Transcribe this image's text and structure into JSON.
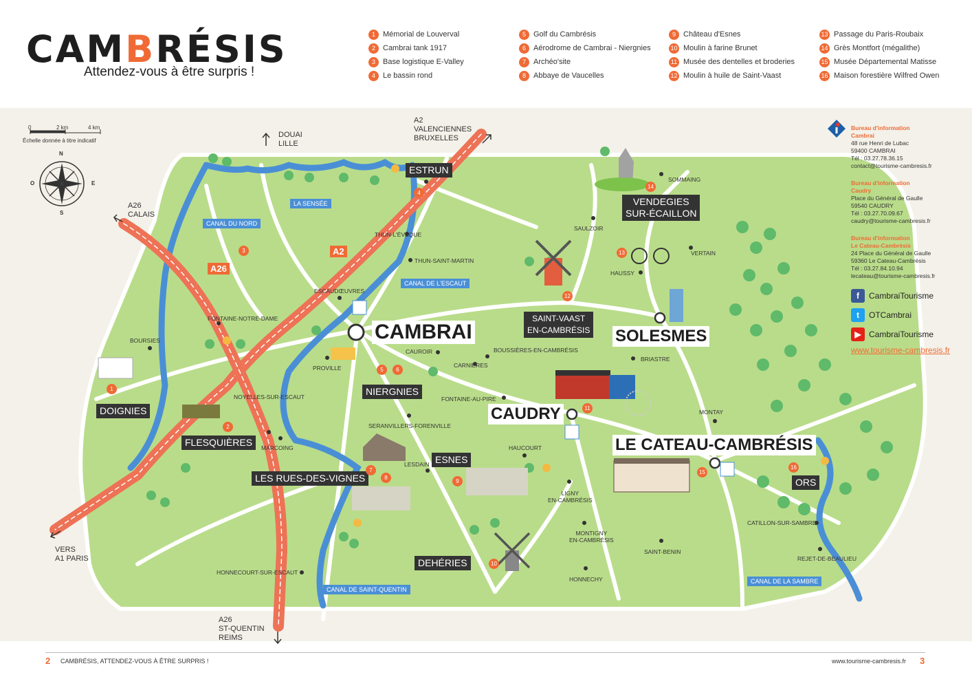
{
  "header": {
    "logo_a": "CAM",
    "logo_b": "B",
    "logo_c": "RÉSIS",
    "tagline": "Attendez-vous à être surpris !"
  },
  "legend": [
    {
      "n": "1",
      "t": "Mémorial de Louverval"
    },
    {
      "n": "2",
      "t": "Cambrai tank 1917"
    },
    {
      "n": "3",
      "t": "Base logistique E-Valley"
    },
    {
      "n": "4",
      "t": "Le bassin rond"
    },
    {
      "n": "5",
      "t": "Golf du Cambrésis"
    },
    {
      "n": "6",
      "t": "Aérodrome de Cambrai - Niergnies"
    },
    {
      "n": "7",
      "t": "Archéo'site"
    },
    {
      "n": "8",
      "t": "Abbaye de Vaucelles"
    },
    {
      "n": "9",
      "t": "Château d'Esnes"
    },
    {
      "n": "10",
      "t": "Moulin à farine Brunet"
    },
    {
      "n": "11",
      "t": "Musée des dentelles et broderies"
    },
    {
      "n": "12",
      "t": "Moulin à huile de Saint-Vaast"
    },
    {
      "n": "13",
      "t": "Passage du Paris-Roubaix"
    },
    {
      "n": "14",
      "t": "Grès Montfort (mégalithe)"
    },
    {
      "n": "15",
      "t": "Musée Départemental Matisse"
    },
    {
      "n": "16",
      "t": "Maison forestière Wilfred Owen"
    }
  ],
  "scale": {
    "s0": "0",
    "s2": "2 km",
    "s4": "4 km",
    "note": "Échelle donnée à titre indicatif"
  },
  "compass": {
    "n": "N",
    "s": "S",
    "e": "E",
    "o": "O"
  },
  "directions": {
    "douai": "DOUAI",
    "lille": "LILLE",
    "a2": "A2",
    "valenciennes": "VALENCIENNES",
    "bruxelles": "BRUXELLES",
    "a26a": "A26",
    "calais": "CALAIS",
    "vers": "VERS",
    "a1paris": "A1 PARIS",
    "a26b": "A26",
    "stquentin": "ST-QUENTIN",
    "reims": "REIMS"
  },
  "road_tags": {
    "a2": "A2",
    "a26": "A26"
  },
  "towns_big": {
    "cambrai": "CAMBRAI",
    "solesmes": "SOLESMES",
    "caudry": "CAUDRY",
    "cateau": "LE CATEAU-CAMBRÉSIS"
  },
  "towns": {
    "estrun": "ESTRUN",
    "vendegies1": "VENDEGIES",
    "vendegies2": "SUR-ÉCAILLON",
    "stvaast1": "SAINT-VAAST",
    "stvaast2": "EN-CAMBRÉSIS",
    "niergnies": "NIERGNIES",
    "doignies": "DOIGNIES",
    "flesquieres": "FLESQUIÈRES",
    "ruesvignes": "LES RUES-DES-VIGNES",
    "esnes": "ESNES",
    "deheries": "DEHÉRIES",
    "ors": "ORS"
  },
  "villages": {
    "sommaing": "SOMMAING",
    "saulzoir": "SAULZOIR",
    "verlain": "VERTAIN",
    "haussy": "HAUSSY",
    "thun_eveque": "THUN-L'ÉVÊQUE",
    "thun_martin": "THUN-SAINT-MARTIN",
    "escaudoeuvres": "ESCAUDŒUVRES",
    "fontaine_dame": "FONTAINE-NOTRE-DAME",
    "boursies": "BOURSIES",
    "proville": "PROVILLE",
    "cauroir": "CAUROIR",
    "carnieres": "CARNIÈRES",
    "boussieres": "BOUSSIÈRES-EN-CAMBRÉSIS",
    "briastre": "BRIASTRE",
    "fontaine_pire": "FONTAINE-AU-PIRE",
    "noyelles": "NOYELLES-SUR-ESCAUT",
    "seranvillers": "SERANVILLERS-FORENVILLE",
    "marcoing": "MARCOING",
    "lesdain": "LESDAIN",
    "haucourt": "HAUCOURT",
    "montay": "MONTAY",
    "ligny1": "LIGNY",
    "ligny2": "EN-CAMBRÉSIS",
    "montigny1": "MONTIGNY",
    "montigny2": "EN-CAMBRÉSIS",
    "stbenin": "SAINT-BENIN",
    "honnechy": "HONNECHY",
    "honnecourt": "HONNECOURT-SUR-ESCAUT",
    "catillon": "CATILLON-SUR-SAMBRE",
    "rejet": "REJET-DE-BEAULIEU"
  },
  "canals": {
    "sensee": "LA SENSÉE",
    "nord": "CANAL DU NORD",
    "escaut": "CANAL DE L'ESCAUT",
    "stquentin": "CANAL DE SAINT-QUENTIN",
    "sambre": "CANAL DE LA SAMBRE"
  },
  "offices": [
    {
      "t1": "Bureau d'information",
      "t2": "Cambrai",
      "l1": "48 rue Henri de Lubac",
      "l2": "59400 CAMBRAI",
      "l3": "Tél : 03.27.78.36.15",
      "l4": "contact@tourisme-cambresis.fr"
    },
    {
      "t1": "Bureau d'information",
      "t2": "Caudry",
      "l1": "Place du Général de Gaulle",
      "l2": "59540 CAUDRY",
      "l3": "Tél : 03.27.70.09.67",
      "l4": "caudry@tourisme-cambresis.fr"
    },
    {
      "t1": "Bureau d'information",
      "t2": "Le Cateau-Cambrésis",
      "l1": "24 Place du Général de Gaulle",
      "l2": "59360 Le Cateau-Cambrésis",
      "l3": "Tél : 03.27.84.10.94",
      "l4": "lecateau@tourisme-cambresis.fr"
    }
  ],
  "social": {
    "facebook": "CambraiTourisme",
    "twitter": "OTCambrai",
    "youtube": "CambraiTourisme",
    "website": "www.tourisme-cambresis.fr"
  },
  "footer": {
    "left_num": "2",
    "left_text": "CAMBRÉSIS, ATTENDEZ-VOUS À ÊTRE SURPRIS !",
    "right_text": "www.tourisme-cambresis.fr",
    "right_num": "3"
  },
  "colors": {
    "accent": "#f06a35",
    "land": "#b9dc8a",
    "water": "#4a8fd6",
    "road": "#ffffff",
    "motorway": "#ee7256",
    "dark": "#333333"
  }
}
